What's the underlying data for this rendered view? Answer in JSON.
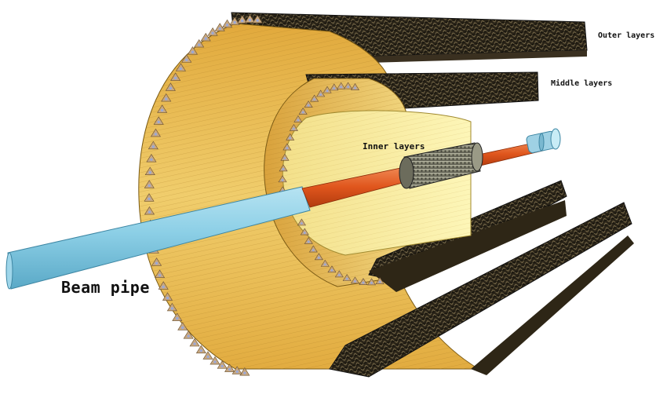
{
  "labels": {
    "outer": "Outer layers",
    "middle": "Middle layers",
    "inner": "Inner layers",
    "beam_pipe": "Beam pipe"
  },
  "colors": {
    "panel_light": "#f4dc8a",
    "panel_mid": "#e8b84a",
    "panel_dark": "#c98e2a",
    "inner_panel": "#fbf2a8",
    "truss": "#1a1a1a",
    "bracket": "#c8a880",
    "beam_pipe_blue": "#8ccfe6",
    "beam_pipe_red": "#e0561d",
    "inner_barrel": "#7a7a68"
  }
}
